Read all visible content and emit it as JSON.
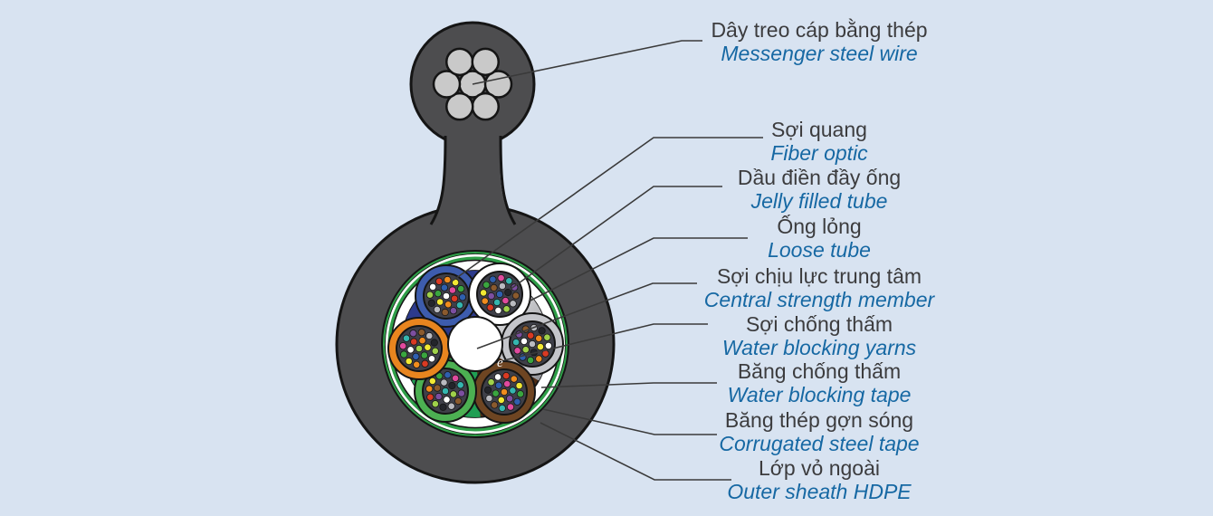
{
  "background": "#d8e3f1",
  "labels": [
    {
      "key": "messenger-steel-wire",
      "vn": "Dây treo cáp bằng thép",
      "en": "Messenger steel wire"
    },
    {
      "key": "fiber-optic",
      "vn": "Sợi quang",
      "en": "Fiber optic"
    },
    {
      "key": "jelly-filled-tube",
      "vn": "Dầu điền đầy ống",
      "en": "Jelly filled tube"
    },
    {
      "key": "loose-tube",
      "vn": "Ống lỏng",
      "en": "Loose tube"
    },
    {
      "key": "central-strength-member",
      "vn": "Sợi chịu lực trung tâm",
      "en": "Central strength member"
    },
    {
      "key": "water-blocking-yarns",
      "vn": "Sợi chống thấm",
      "en": "Water blocking yarns"
    },
    {
      "key": "water-blocking-tape",
      "vn": "Băng chống thấm",
      "en": "Water blocking tape"
    },
    {
      "key": "corrugated-steel-tape",
      "vn": "Băng thép gợn sóng",
      "en": "Corrugated steel tape"
    },
    {
      "key": "outer-sheath-hdpe",
      "vn": "Lớp vỏ ngoài",
      "en": "Outer sheath HDPE"
    }
  ],
  "colors": {
    "vn_text": "#3c3c3e",
    "en_text": "#1668a3",
    "leader_line": "#3a3a3a",
    "sheath": "#4d4d4f",
    "outline": "#151515",
    "steel_wire": "#c9c9c9",
    "green_ring": "#2f9e48",
    "tape_white": "#ffffff",
    "filler_navy": "#2c3a8c",
    "filler_silver_light": "#ffffff",
    "filler_silver_dark": "#8f9096",
    "filler_brown": "#4e2d15",
    "filler_green": "#1f9e53",
    "tube_blue": "#3d5cad",
    "tube_white": "#ffffff",
    "tube_silver": "#c4c5ca",
    "tube_brown": "#6e4522",
    "tube_green": "#4cb052",
    "tube_orange": "#e8851f",
    "fiber_bundle": "#3f4049",
    "strength_member": "#ffffff",
    "yarn_swirl": "#ffffff",
    "fiber_dots": [
      "#ffffff",
      "#d93a23",
      "#f08c1e",
      "#f2e933",
      "#3aa53f",
      "#2f5fae",
      "#e04a9e",
      "#35b5af",
      "#7c4fa0",
      "#8a5a2e",
      "#b9bac0",
      "#23252b",
      "#9fd14a"
    ]
  }
}
